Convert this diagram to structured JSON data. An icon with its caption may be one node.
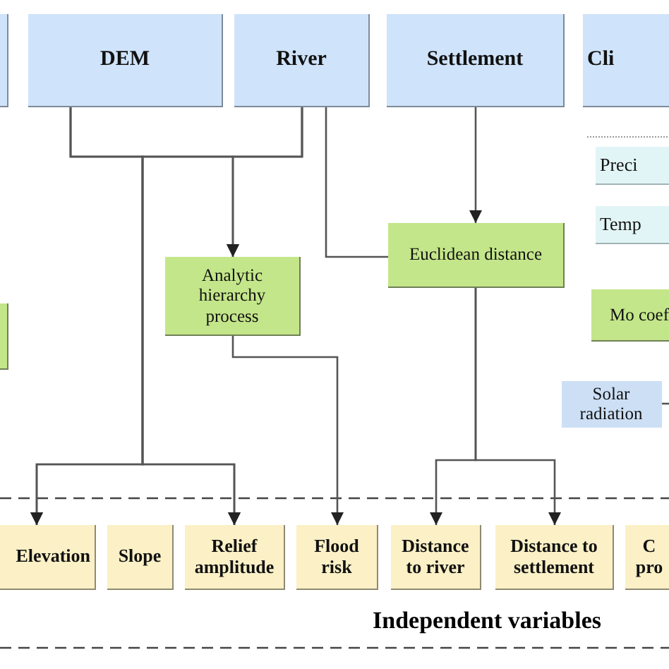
{
  "diagram": {
    "nodes": [
      {
        "text": [],
        "shape": "box"
      },
      {
        "text": [
          "DEM"
        ]
      },
      {
        "text": [
          "River"
        ]
      },
      {
        "text": [
          "Settlement"
        ]
      },
      {
        "text": [
          "Cli"
        ]
      },
      {
        "text": [
          "Preci"
        ]
      },
      {
        "text": [
          "Temp"
        ]
      },
      {
        "text": [
          "Euclidean distance"
        ]
      },
      {
        "text": [
          "Analytic hierarchy process"
        ]
      },
      {
        "text": [],
        "shape": "box"
      },
      {
        "text": [
          "Mo coef"
        ]
      },
      {
        "text": [
          "Solar radiation"
        ]
      },
      {
        "text": [
          "Elevation"
        ]
      },
      {
        "text": [
          "Slope"
        ]
      },
      {
        "text": [
          "Relief amplitude"
        ]
      },
      {
        "text": [
          "Flood risk"
        ]
      },
      {
        "text": [
          "Distance to river"
        ]
      },
      {
        "text": [
          "Distance to settlement"
        ]
      },
      {
        "text": [
          "C pro"
        ]
      }
    ],
    "edges": [
      {
        "from": 1,
        "to": 8,
        "arrow": "to"
      },
      {
        "from": 2,
        "to": 8,
        "arrow": "to"
      },
      {
        "from": 1,
        "to": 12,
        "arrow": "to"
      },
      {
        "from": 1,
        "to": 14,
        "arrow": "to"
      },
      {
        "from": 2,
        "to": 12,
        "arrow": "to"
      },
      {
        "from": 2,
        "to": 14,
        "arrow": "to"
      },
      {
        "from": 2,
        "to": 7,
        "arrow": "none"
      },
      {
        "from": 3,
        "to": 7,
        "arrow": "to"
      },
      {
        "from": 8,
        "to": 15,
        "arrow": "to"
      },
      {
        "from": 7,
        "to": 16,
        "arrow": "to"
      },
      {
        "from": 7,
        "to": 17,
        "arrow": "to"
      }
    ],
    "labels": [
      "Independent variables"
    ]
  }
}
